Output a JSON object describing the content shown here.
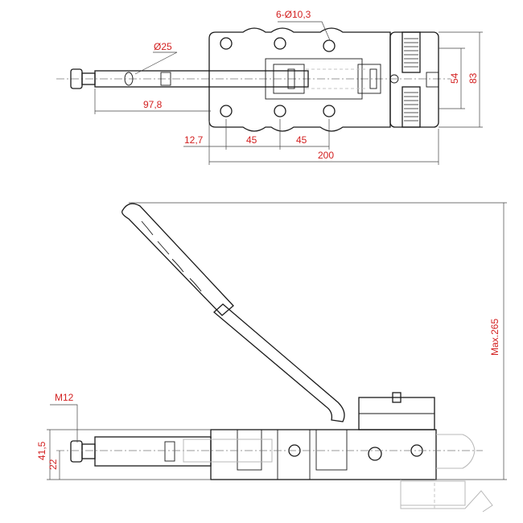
{
  "top_view": {
    "holes_label": "6-Ø10,3",
    "plunger_dia_label": "Ø25",
    "plunger_len_label": "97,8",
    "edge_offset_label": "12,7",
    "pitch_label_1": "45",
    "pitch_label_2": "45",
    "total_length_label": "200",
    "inner_height_label": "54",
    "outer_height_label": "83"
  },
  "side_view": {
    "thread_label": "M12",
    "height_label": "41,5",
    "center_height_label": "22",
    "max_height_label": "Max.265"
  },
  "colors": {
    "dimension_text": "#d32020",
    "outline": "#1a1a1a"
  }
}
